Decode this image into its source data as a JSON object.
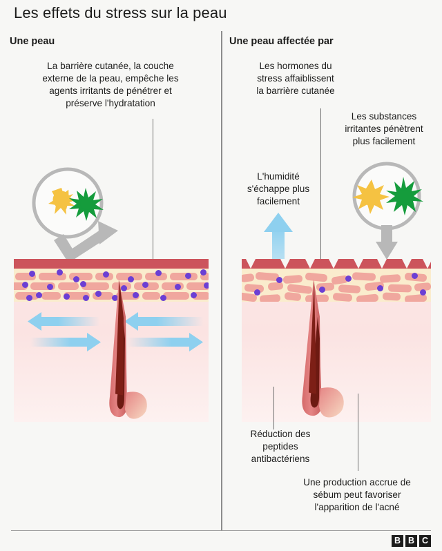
{
  "title": "Les effets du stress sur la peau",
  "columns": {
    "left": {
      "heading": "Une peau",
      "captions": [
        {
          "id": "barrier-description",
          "text": "La barrière cutanée, la couche\nexterne de la peau, empêche les\nagents irritants de pénétrer et\npréserve l'hydratation"
        }
      ]
    },
    "right": {
      "heading": "Une peau affectée par",
      "captions": [
        {
          "id": "stress-hormones",
          "text": "Les hormones du\nstress affaiblissent\nla barrière cutanée"
        },
        {
          "id": "irritant-substances",
          "text": "Les substances\nirritantes pénètrent\nplus facilement"
        },
        {
          "id": "moisture-escape",
          "text": "L'humidité\ns'échappe plus\nfacilement"
        },
        {
          "id": "peptide-reduction",
          "text": "Réduction des\npeptides\nantibactériens"
        },
        {
          "id": "sebum-production",
          "text": "Une production accrue de\nsébum peut favoriser\nl'apparition de l'acné"
        }
      ]
    }
  },
  "icons": {
    "magnifier": "magnifying-glass-icon",
    "yellow_star": "yellow-irritant-star-icon",
    "green_star": "green-irritant-star-icon",
    "arrow_blocked": "grey-deflected-arrow-icon",
    "arrow_penetrating": "grey-down-arrow-icon",
    "moisture_arrow": "blue-up-arrow-icon",
    "hydration_arrows": "blue-horizontal-arrows-icon"
  },
  "colors": {
    "background": "#f7f7f5",
    "barrier": "#cc545c",
    "epidermis": "#faeccd",
    "brick": "#f0a79e",
    "irritant_dot": "#6b3fd4",
    "dermis": "#fbe7e6",
    "hair": "#7d1f16",
    "hair_sheath": "#e07b7b",
    "arrow_blue": "#8ed0ef",
    "arrow_grey": "#b8b8b8",
    "star_yellow": "#f5c242",
    "star_green": "#159c3c",
    "divider": "#8c8c8c",
    "text": "#1c1c1b"
  },
  "branding": {
    "letters": [
      "B",
      "B",
      "C"
    ]
  }
}
